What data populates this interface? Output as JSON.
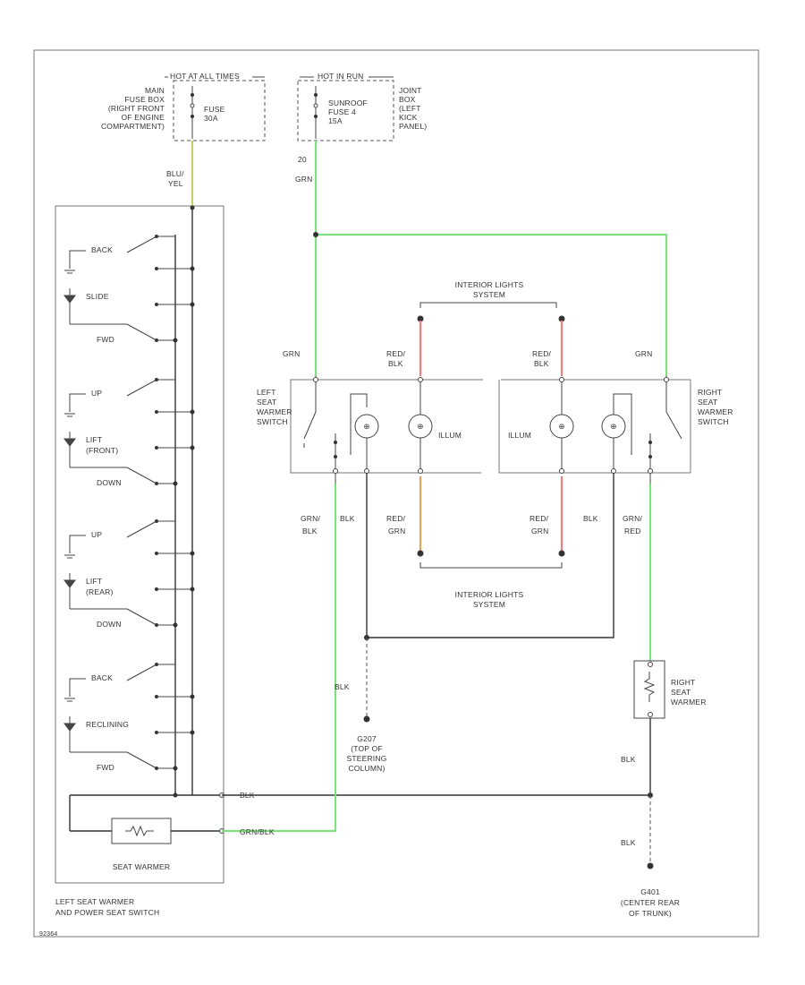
{
  "colors": {
    "grn": "#7fe07f",
    "red": "#f08080",
    "orange": "#e8a060",
    "yel": "#cccc66",
    "blk": "#333333"
  },
  "top": {
    "hot_at_all_times": "HOT AT ALL TIMES",
    "main_fuse_box": [
      "MAIN",
      "FUSE BOX",
      "(RIGHT FRONT",
      "OF ENGINE",
      "COMPARTMENT)"
    ],
    "fuse_main": [
      "FUSE",
      "30A"
    ],
    "hot_in_run": "HOT IN RUN",
    "sunroof_fuse": [
      "SUNROOF",
      "FUSE 4",
      "15A"
    ],
    "joint_box": [
      "JOINT",
      "BOX",
      "(LEFT",
      "KICK",
      "PANEL)"
    ],
    "wire_20": "20",
    "wire_grn": "GRN",
    "wire_blu_yel": [
      "BLU/",
      "YEL"
    ]
  },
  "left_switch": {
    "labels": [
      "BACK",
      "SLIDE",
      "FWD",
      "UP",
      "LIFT",
      "(FRONT)",
      "DOWN",
      "UP",
      "LIFT",
      "(REAR)",
      "DOWN",
      "BACK",
      "RECLINING",
      "FWD"
    ],
    "seat_warmer": "SEAT WARMER",
    "caption": [
      "LEFT SEAT WARMER",
      "AND POWER SEAT SWITCH"
    ],
    "blk": "BLK",
    "grn_blk": "GRN/BLK"
  },
  "center": {
    "interior_lights_top": [
      "INTERIOR LIGHTS",
      "SYSTEM"
    ],
    "interior_lights_bottom": [
      "INTERIOR LIGHTS",
      "SYSTEM"
    ],
    "grn_left": "GRN",
    "grn_right": "GRN",
    "red_blk_left": [
      "RED/",
      "BLK"
    ],
    "red_blk_right": [
      "RED/",
      "BLK"
    ],
    "left_switch_label": [
      "LEFT",
      "SEAT",
      "WARMER",
      "SWITCH"
    ],
    "right_switch_label": [
      "RIGHT",
      "SEAT",
      "WARMER",
      "SWITCH"
    ],
    "illum_left": "ILLUM",
    "illum_right": "ILLUM",
    "grn_blk_left": [
      "GRN/",
      "BLK"
    ],
    "blk_left": "BLK",
    "red_grn_left": [
      "RED/",
      "GRN"
    ],
    "red_grn_right": [
      "RED/",
      "GRN"
    ],
    "blk_right": "BLK",
    "grn_red_right": [
      "GRN/",
      "RED"
    ]
  },
  "bottom": {
    "blk_g207": "BLK",
    "g207": [
      "G207",
      "(TOP OF",
      "STEERING",
      "COLUMN)"
    ],
    "right_seat_warmer": [
      "RIGHT",
      "SEAT",
      "WARMER"
    ],
    "blk_1": "BLK",
    "blk_2": "BLK",
    "g401": [
      "G401",
      "(CENTER REAR",
      "OF TRUNK)"
    ],
    "figure_id": "92364"
  }
}
